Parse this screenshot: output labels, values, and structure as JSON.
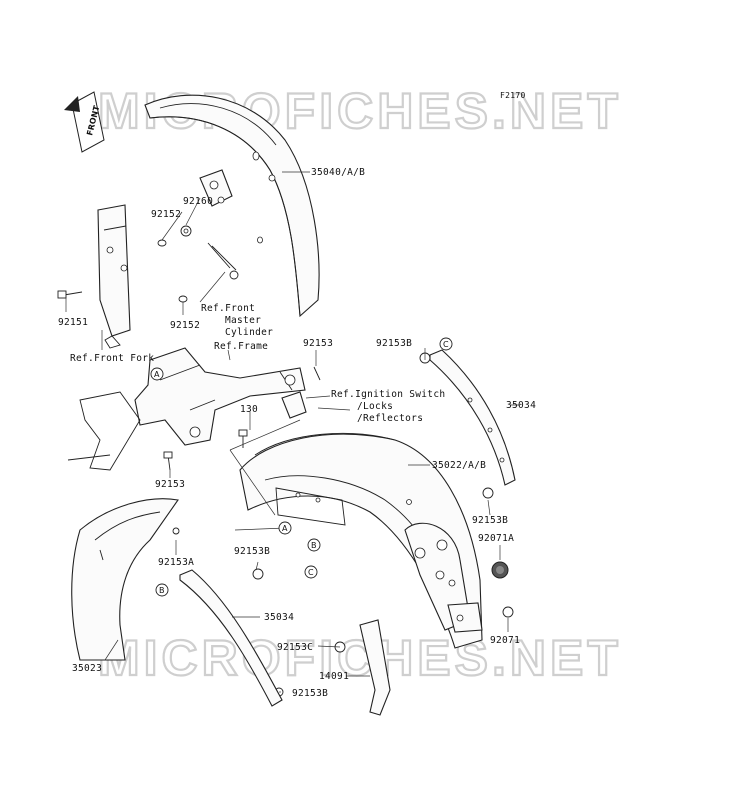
{
  "diagram": {
    "id_code": "F2170",
    "watermark": "MICROFICHES.NET",
    "direction_badge": "FRONT",
    "part_labels": {
      "p35040": "35040/A/B",
      "p92160": "92160",
      "p92152a": "92152",
      "p92152b": "92152",
      "p92151": "92151",
      "p92153a": "92153",
      "p92153b": "92153",
      "p130": "130",
      "p92153B_top": "92153B",
      "p35034_r": "35034",
      "p35022": "35022/A/B",
      "p92153B_r": "92153B",
      "p92071A": "92071A",
      "p92071": "92071",
      "p92153A": "92153A",
      "p92153B_m": "92153B",
      "p35034_l": "35034",
      "p92153C": "92153C",
      "p14091": "14091",
      "p92153B_bot": "92153B",
      "p35023": "35023"
    },
    "reference_notes": {
      "front_master_cyl_1": "Ref.Front",
      "front_master_cyl_2": "Master",
      "front_master_cyl_3": "Cylinder",
      "front_fork": "Ref.Front Fork",
      "frame": "Ref.Frame",
      "ignition_1": "Ref.Ignition Switch",
      "ignition_2": "/Locks",
      "ignition_3": "/Reflectors"
    },
    "callouts": {
      "A1": "A",
      "A2": "A",
      "B1": "B",
      "B2": "B",
      "C1": "C",
      "C2": "C"
    }
  }
}
